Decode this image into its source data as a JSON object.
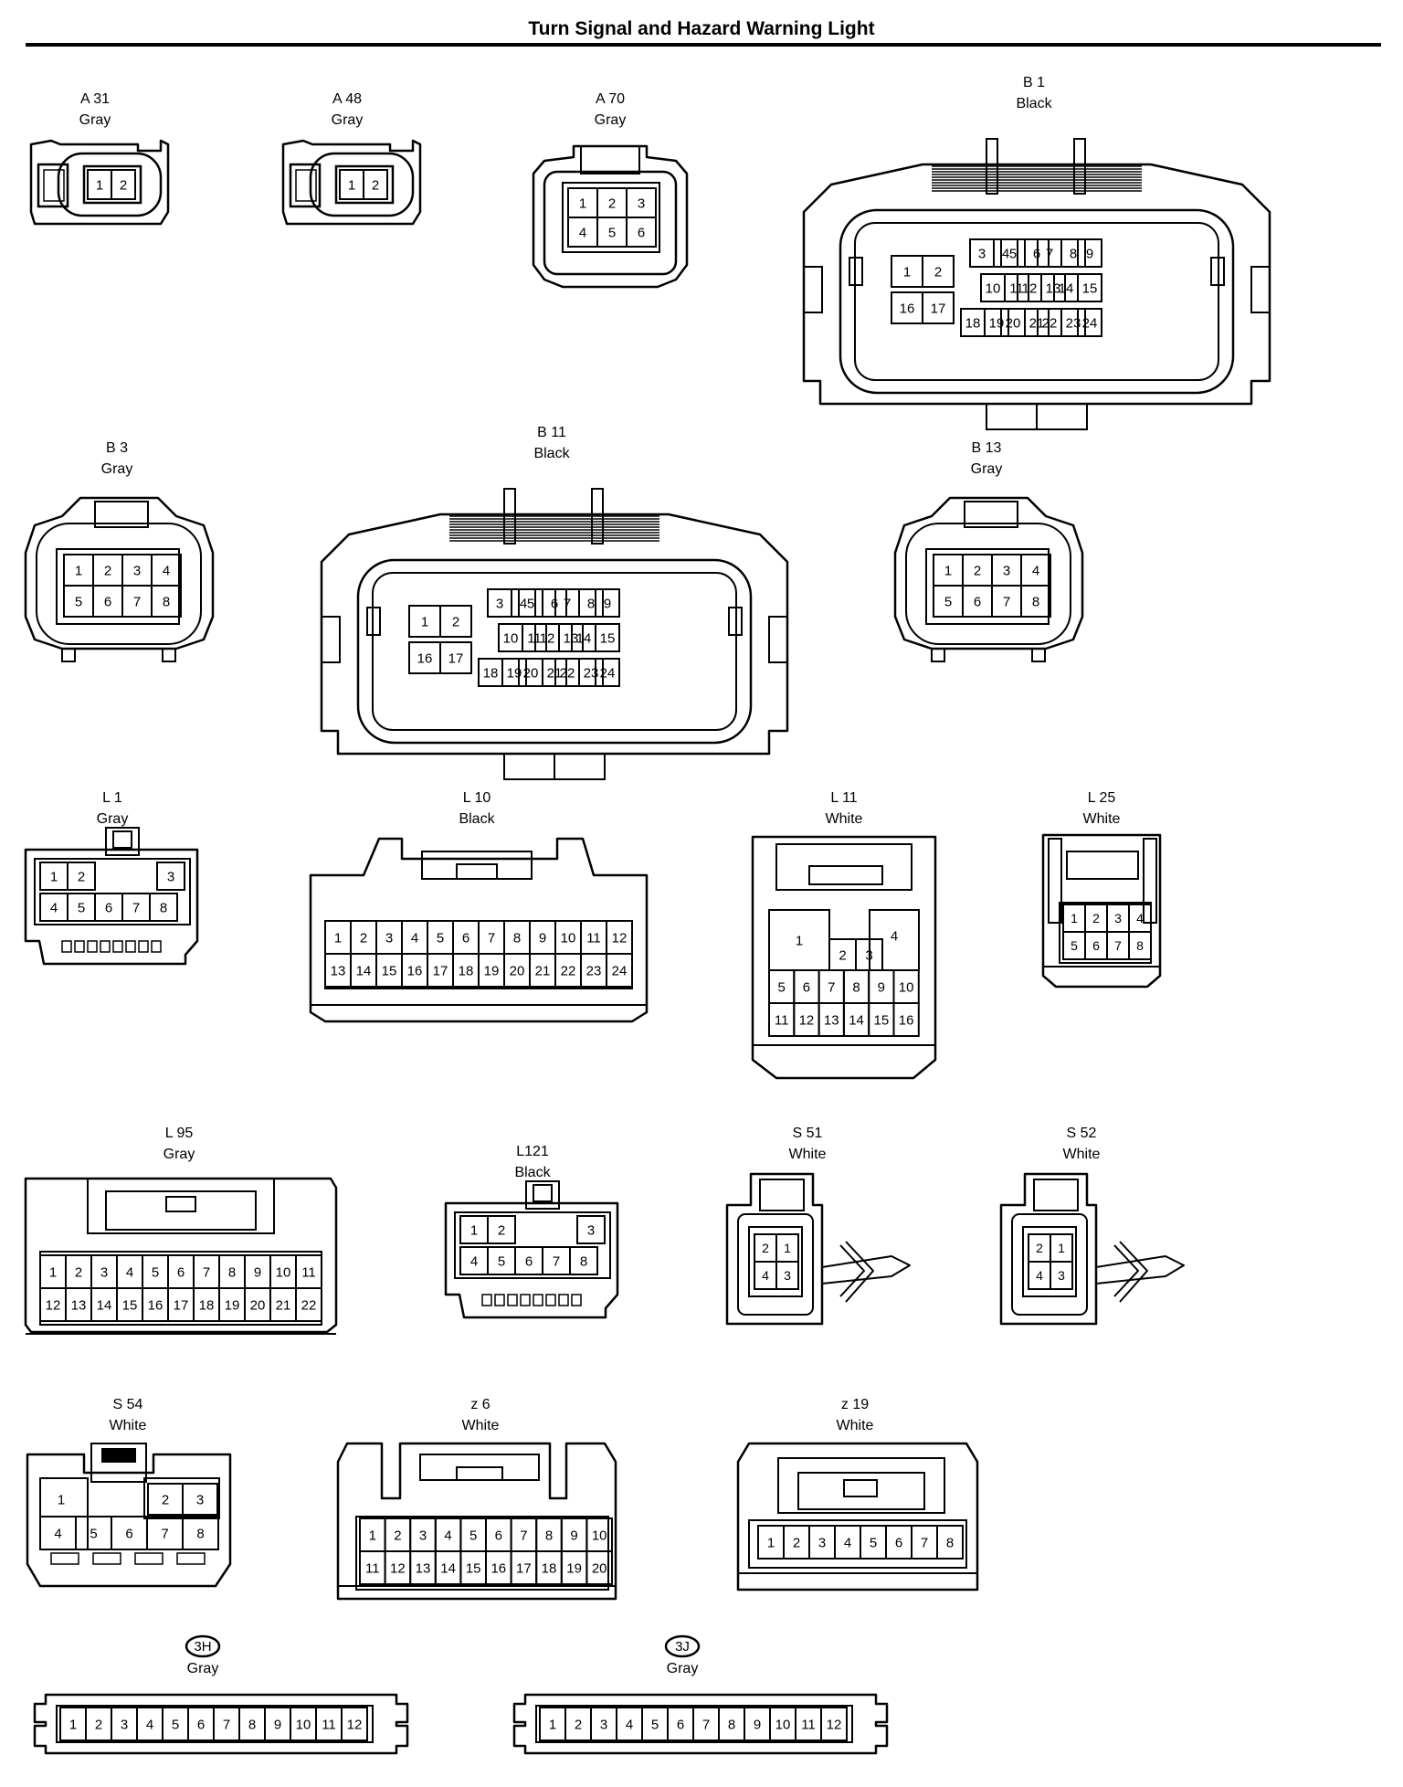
{
  "diagram": {
    "title": "Turn Signal and Hazard Warning Light",
    "connectors": [
      {
        "id": "A31",
        "code": "A 31",
        "color": "Gray",
        "pins": [
          "1",
          "2"
        ]
      },
      {
        "id": "A48",
        "code": "A 48",
        "color": "Gray",
        "pins": [
          "1",
          "2"
        ]
      },
      {
        "id": "A70",
        "code": "A 70",
        "color": "Gray",
        "pins": [
          "1",
          "2",
          "3",
          "4",
          "5",
          "6"
        ]
      },
      {
        "id": "B1",
        "code": "B 1",
        "color": "Black",
        "pins": [
          "1",
          "2",
          "3",
          "4",
          "5",
          "6",
          "7",
          "8",
          "9",
          "10",
          "11",
          "12",
          "13",
          "14",
          "15",
          "16",
          "17",
          "18",
          "19",
          "20",
          "21",
          "22",
          "23",
          "24"
        ]
      },
      {
        "id": "B3",
        "code": "B 3",
        "color": "Gray",
        "pins": [
          "1",
          "2",
          "3",
          "4",
          "5",
          "6",
          "7",
          "8"
        ]
      },
      {
        "id": "B11",
        "code": "B 11",
        "color": "Black",
        "pins": [
          "1",
          "2",
          "3",
          "4",
          "5",
          "6",
          "7",
          "8",
          "9",
          "10",
          "11",
          "12",
          "13",
          "14",
          "15",
          "16",
          "17",
          "18",
          "19",
          "20",
          "21",
          "22",
          "23",
          "24"
        ]
      },
      {
        "id": "B13",
        "code": "B 13",
        "color": "Gray",
        "pins": [
          "1",
          "2",
          "3",
          "4",
          "5",
          "6",
          "7",
          "8"
        ]
      },
      {
        "id": "L1",
        "code": "L 1",
        "color": "Gray",
        "pins": [
          "1",
          "2",
          "3",
          "4",
          "5",
          "6",
          "7",
          "8"
        ]
      },
      {
        "id": "L10",
        "code": "L 10",
        "color": "Black",
        "pins": [
          "1",
          "2",
          "3",
          "4",
          "5",
          "6",
          "7",
          "8",
          "9",
          "10",
          "11",
          "12",
          "13",
          "14",
          "15",
          "16",
          "17",
          "18",
          "19",
          "20",
          "21",
          "22",
          "23",
          "24"
        ]
      },
      {
        "id": "L11",
        "code": "L 11",
        "color": "White",
        "pins": [
          "1",
          "2",
          "3",
          "4",
          "5",
          "6",
          "7",
          "8",
          "9",
          "10",
          "11",
          "12",
          "13",
          "14",
          "15",
          "16"
        ]
      },
      {
        "id": "L25",
        "code": "L 25",
        "color": "White",
        "pins": [
          "1",
          "2",
          "3",
          "4",
          "5",
          "6",
          "7",
          "8"
        ]
      },
      {
        "id": "L95",
        "code": "L 95",
        "color": "Gray",
        "pins": [
          "1",
          "2",
          "3",
          "4",
          "5",
          "6",
          "7",
          "8",
          "9",
          "10",
          "11",
          "12",
          "13",
          "14",
          "15",
          "16",
          "17",
          "18",
          "19",
          "20",
          "21",
          "22"
        ]
      },
      {
        "id": "L121",
        "code": "L121",
        "color": "Black",
        "pins": [
          "1",
          "2",
          "3",
          "4",
          "5",
          "6",
          "7",
          "8"
        ]
      },
      {
        "id": "S51",
        "code": "S 51",
        "color": "White",
        "pins": [
          "2",
          "1",
          "4",
          "3"
        ]
      },
      {
        "id": "S52",
        "code": "S 52",
        "color": "White",
        "pins": [
          "2",
          "1",
          "4",
          "3"
        ]
      },
      {
        "id": "S54",
        "code": "S 54",
        "color": "White",
        "pins": [
          "1",
          "2",
          "3",
          "4",
          "5",
          "6",
          "7",
          "8"
        ]
      },
      {
        "id": "z6",
        "code": "z 6",
        "color": "White",
        "pins": [
          "1",
          "2",
          "3",
          "4",
          "5",
          "6",
          "7",
          "8",
          "9",
          "10",
          "11",
          "12",
          "13",
          "14",
          "15",
          "16",
          "17",
          "18",
          "19",
          "20"
        ]
      },
      {
        "id": "z19",
        "code": "z 19",
        "color": "White",
        "pins": [
          "1",
          "2",
          "3",
          "4",
          "5",
          "6",
          "7",
          "8"
        ]
      },
      {
        "id": "3H",
        "code": "3H",
        "color": "Gray",
        "tag": true,
        "pins": [
          "1",
          "2",
          "3",
          "4",
          "5",
          "6",
          "7",
          "8",
          "9",
          "10",
          "11",
          "12"
        ]
      },
      {
        "id": "3J",
        "code": "3J",
        "color": "Gray",
        "tag": true,
        "pins": [
          "1",
          "2",
          "3",
          "4",
          "5",
          "6",
          "7",
          "8",
          "9",
          "10",
          "11",
          "12"
        ]
      }
    ]
  }
}
